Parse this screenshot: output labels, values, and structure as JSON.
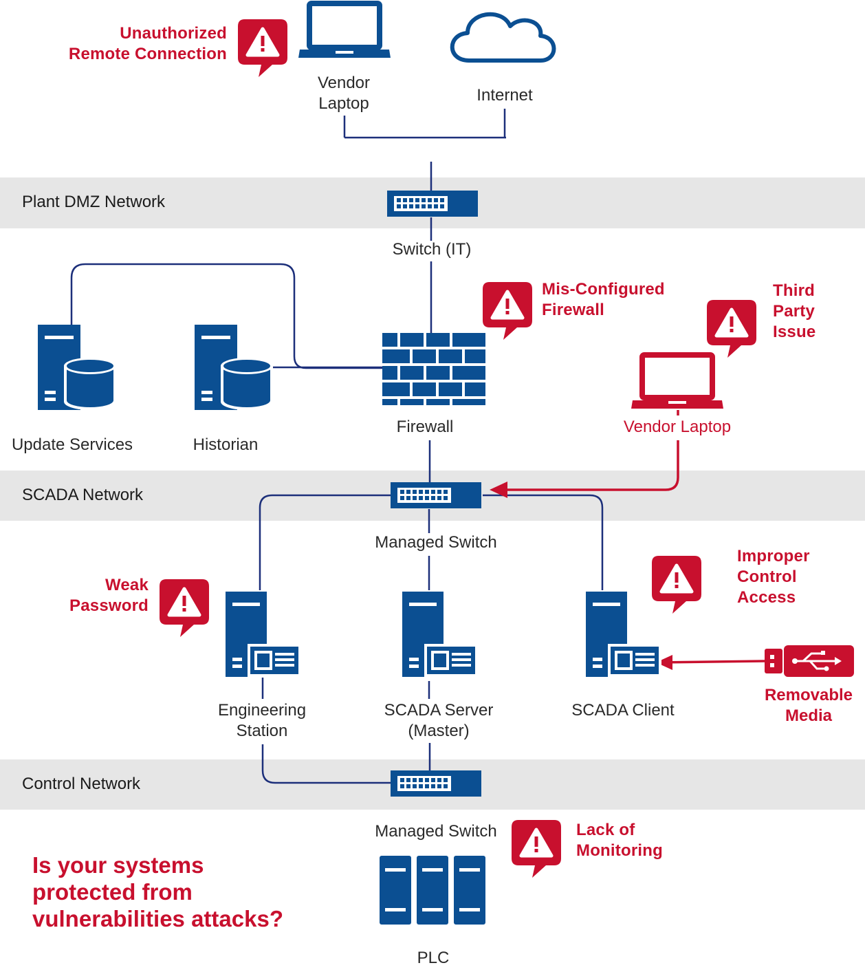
{
  "colors": {
    "primary": "#0b4f92",
    "line": "#1c2f7a",
    "alert": "#c8102e",
    "band": "#e6e6e6"
  },
  "networks": {
    "dmz": "Plant DMZ Network",
    "scada": "SCADA Network",
    "control": "Control Network"
  },
  "devices": {
    "vendor_laptop_top": "Vendor\nLaptop",
    "internet": "Internet",
    "switch_it": "Switch (IT)",
    "update_services": "Update Services",
    "historian": "Historian",
    "firewall": "Firewall",
    "vendor_laptop_red": "Vendor Laptop",
    "managed_switch_scada": "Managed Switch",
    "engineering_station": "Engineering\nStation",
    "scada_server": "SCADA Server\n(Master)",
    "scada_client": "SCADA Client",
    "removable_media": "Removable\nMedia",
    "managed_switch_control": "Managed Switch",
    "plc": "PLC"
  },
  "warnings": {
    "unauthorized_remote": "Unauthorized\nRemote Connection",
    "misconfigured_firewall": "Mis-Configured\nFirewall",
    "third_party": "Third\nParty\nIssue",
    "weak_password": "Weak\nPassword",
    "improper_access": "Improper\nControl\nAccess",
    "lack_monitoring": "Lack of\nMonitoring"
  },
  "question": "Is your systems\nprotected from\nvulnerabilities attacks?",
  "icons": [
    "laptop-icon",
    "cloud-icon",
    "switch-icon",
    "server-database-icon",
    "firewall-icon",
    "workstation-icon",
    "usb-drive-icon",
    "plc-icon",
    "warning-icon"
  ]
}
